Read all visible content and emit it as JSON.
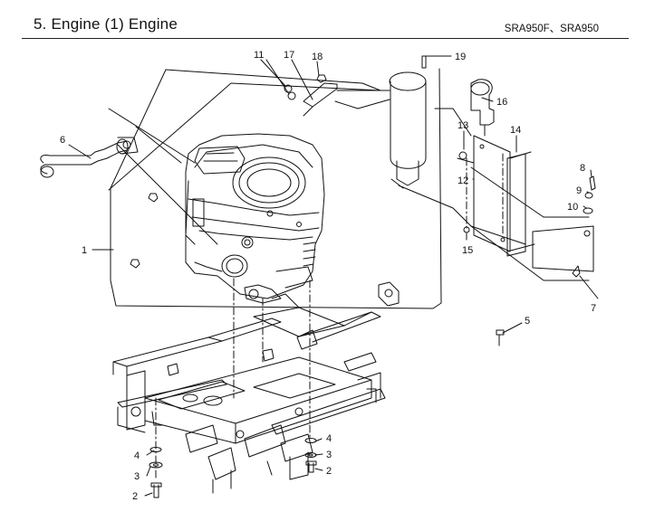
{
  "header": {
    "title": "5. Engine (1) Engine",
    "models": "SRA950F、SRA950"
  },
  "callouts": {
    "c1": "1",
    "c2a": "2",
    "c2b": "2",
    "c3a": "3",
    "c3b": "3",
    "c4a": "4",
    "c4b": "4",
    "c5": "5",
    "c6": "6",
    "c7": "7",
    "c8": "8",
    "c9": "9",
    "c10": "10",
    "c11": "11",
    "c12": "12",
    "c13": "13",
    "c14": "14",
    "c15": "15",
    "c16": "16",
    "c17": "17",
    "c18": "18",
    "c19": "19"
  }
}
